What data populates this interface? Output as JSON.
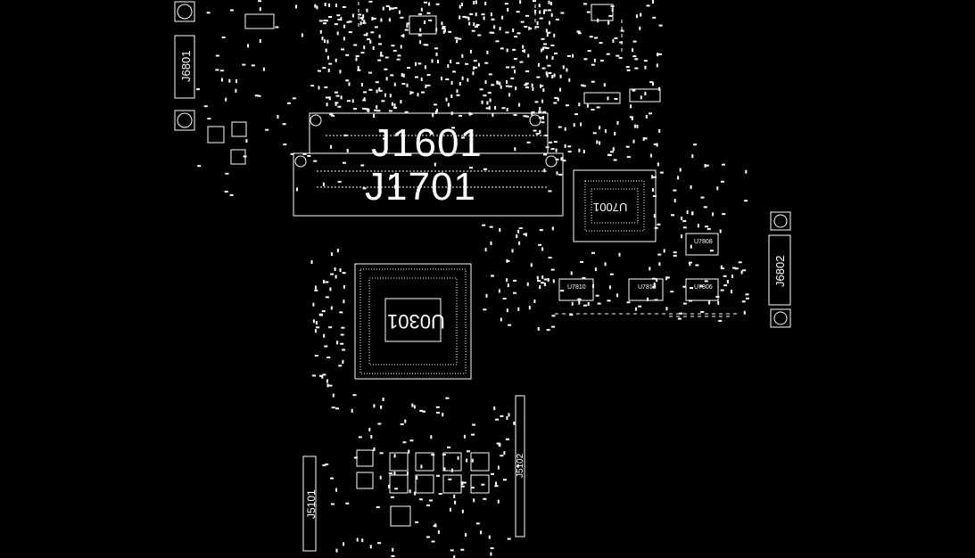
{
  "board": {
    "background": "#000000",
    "stroke": "#ffffff"
  },
  "labels": {
    "j1601": "J1601",
    "j1701": "J1701",
    "u7001": "U7001",
    "u0301": "U0301",
    "j6801": "J6801",
    "j6802": "J6802",
    "j5101": "J5101",
    "j5102": "J5102",
    "u7808": "U7808",
    "u7810": "U7810",
    "u7812": "U7812",
    "u7806": "U7806"
  }
}
